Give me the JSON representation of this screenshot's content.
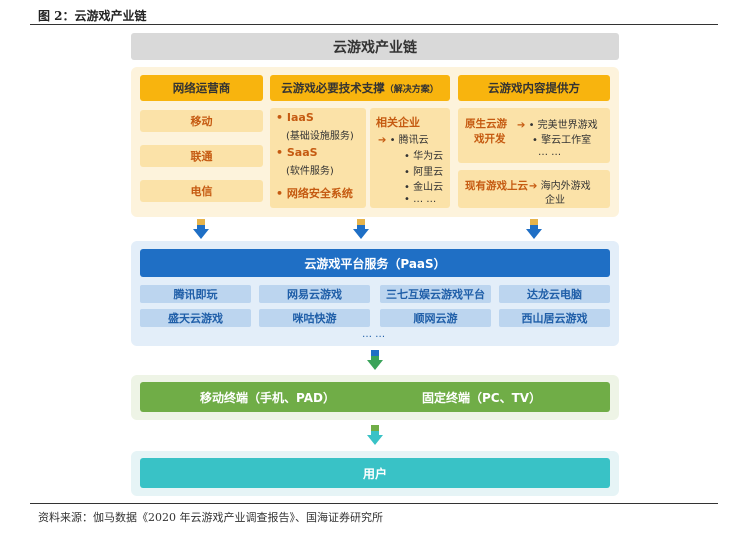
{
  "caption": "图 2：云游戏产业链",
  "title": "云游戏产业链",
  "network": {
    "header": "网络运营商",
    "carriers": [
      "移动",
      "联通",
      "电信"
    ]
  },
  "tech": {
    "header": "云游戏必要技术支撑",
    "header_note": "（解决方案）",
    "iaas_label": "IaaS",
    "iaas_sub": "(基础设施服务)",
    "saas_label": "SaaS",
    "saas_sub": "(软件服务)",
    "security": "网络安全系统",
    "related_title": "相关企业",
    "companies": [
      "腾讯云",
      "华为云",
      "阿里云",
      "金山云",
      "… …"
    ]
  },
  "content": {
    "header": "云游戏内容提供方",
    "native_label_1": "原生云游",
    "native_label_2": "戏开发",
    "native_items": [
      "完美世界游戏",
      "擎云工作室",
      "… …"
    ],
    "existing_label": "现有游戏上云",
    "existing_1": "海内外游戏",
    "existing_2": "企业"
  },
  "platform": {
    "header": "云游戏平台服务（PaaS）",
    "row1": [
      "腾讯即玩",
      "网易云游戏",
      "三七互娱云游戏平台",
      "达龙云电脑"
    ],
    "row2": [
      "盛天云游戏",
      "咪咕快游",
      "顺网云游",
      "西山居云游戏"
    ],
    "more": "… …"
  },
  "terminal": {
    "mobile": "移动终端（手机、PAD）",
    "fixed": "固定终端（PC、TV）"
  },
  "user": {
    "label": "用户"
  },
  "source": "资料来源：伽马数据《2020 年云游戏产业调查报告》、国海证券研究所",
  "colors": {
    "gold": "#f8b40e",
    "blue": "#1f6fc5",
    "green": "#70ad47",
    "teal": "#39c2c6",
    "orange_text": "#c55a11"
  }
}
